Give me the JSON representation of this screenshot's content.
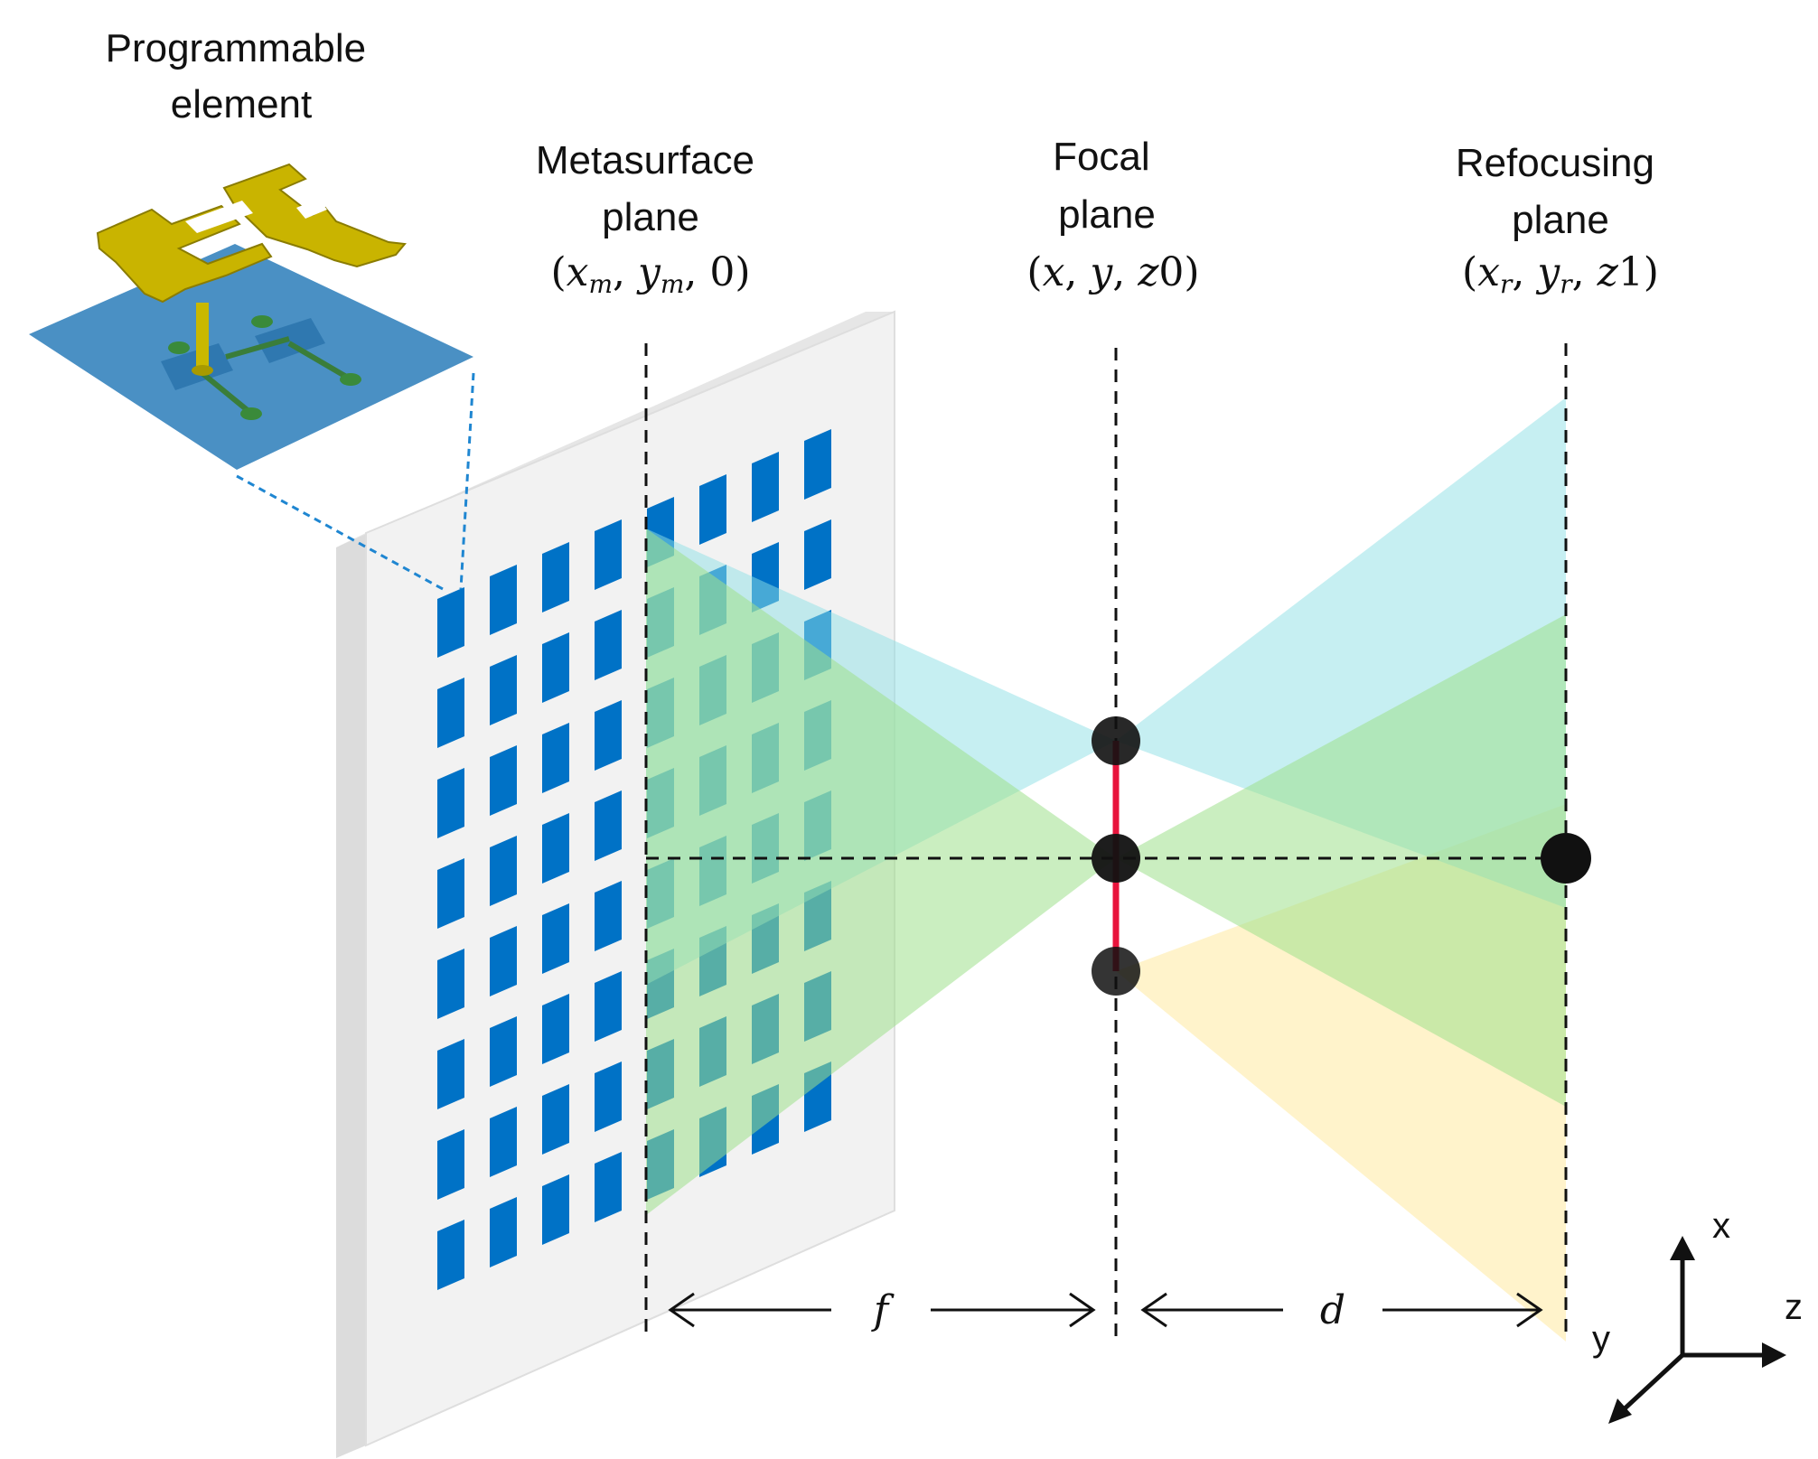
{
  "labels": {
    "programmable_element": [
      "Programmable",
      "element"
    ],
    "metasurface_plane": [
      "Metasurface",
      "plane"
    ],
    "metasurface_coords": "(x_m, y_m, 0)",
    "focal_plane": [
      "Focal",
      "plane"
    ],
    "focal_coords": "(x, y, z0)",
    "refocusing_plane": [
      "Refocusing",
      "plane"
    ],
    "refocusing_coords": "(x_r, y_r, z1)",
    "distance_f": "f",
    "distance_d": "d"
  },
  "axes": {
    "x": "x",
    "y": "y",
    "z": "z"
  },
  "colors": {
    "element_blue": "#0072C6",
    "substrate_blue": "#4A90C4",
    "gold": "#C9B400",
    "beam_cyan": "#8EDFE6",
    "beam_green": "#9FE08C",
    "beam_yellow": "#FFE9A0",
    "focal_line": "#E8143C",
    "panel": "#F1F1F1"
  }
}
